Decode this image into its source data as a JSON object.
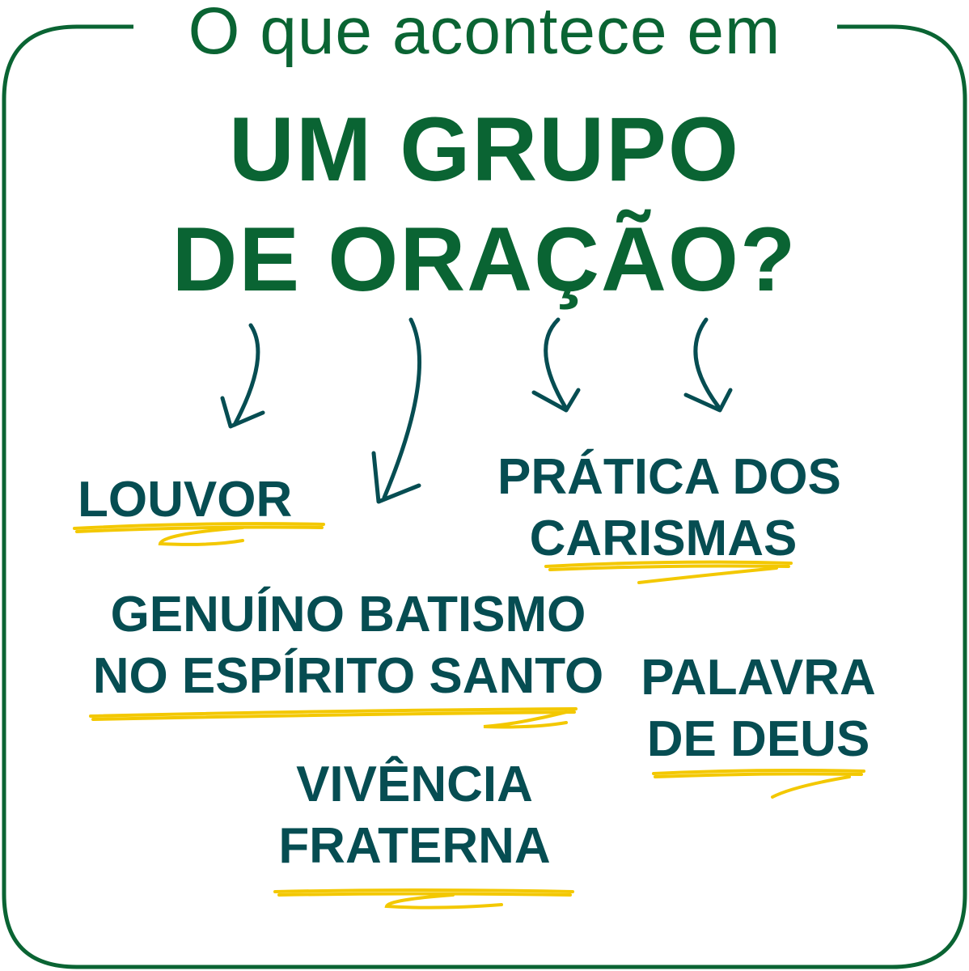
{
  "subtitle": "O que acontece em",
  "title_line1": "UM GRUPO",
  "title_line2": "DE ORAÇÃO?",
  "items": [
    {
      "lines": [
        "LOUVOR"
      ]
    },
    {
      "lines": [
        "PRÁTICA DOS",
        "CARISMAS"
      ]
    },
    {
      "lines": [
        "GENUÍNO BATISMO",
        "NO ESPÍRITO SANTO"
      ]
    },
    {
      "lines": [
        "PALAVRA",
        "DE DEUS"
      ]
    },
    {
      "lines": [
        "VIVÊNCIA",
        "FRATERNA"
      ]
    }
  ],
  "colors": {
    "green": "#0a6433",
    "teal": "#064d52",
    "yellow": "#f3c800"
  }
}
